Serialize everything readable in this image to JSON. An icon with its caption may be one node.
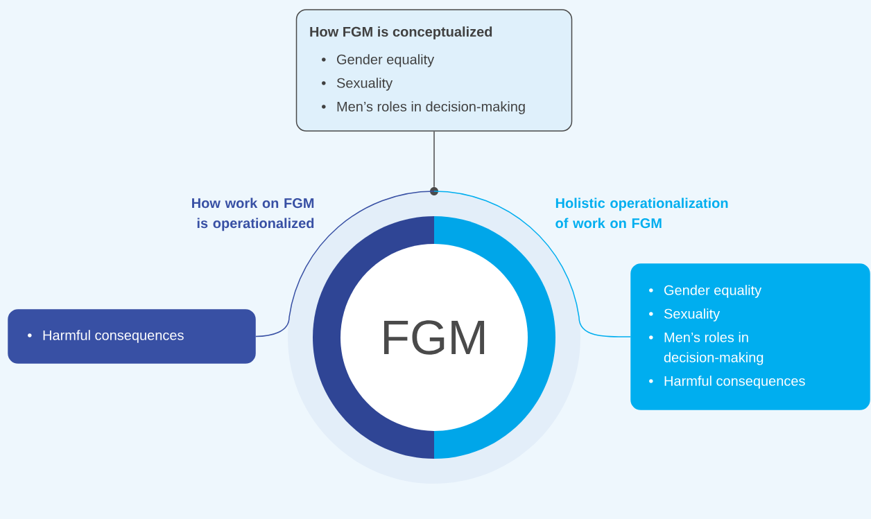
{
  "diagram": {
    "nodes": [
      {
        "text": [
          "How FGM is conceptualized",
          "Gender equality",
          "Sexuality",
          "Men’s roles in decision-making"
        ]
      },
      {
        "text": [
          "FGM"
        ]
      },
      {
        "text": [
          "Harmful consequences"
        ]
      },
      {
        "text": [
          "Gender equality",
          "Sexuality",
          "Men’s roles in decision-making",
          "Harmful consequences"
        ]
      },
      {
        "text": [],
        "shape": "circle"
      }
    ],
    "edges": [
      {
        "from": 0,
        "to": 4,
        "arrow": "none",
        "color": "#4a4a4a"
      },
      {
        "from": 4,
        "to": 2,
        "arrow": "none",
        "label": "How work on FGM is operationalized",
        "color": "#3850a4"
      },
      {
        "from": 4,
        "to": 3,
        "arrow": "none",
        "label": "Holistic operationalization of work on FGM",
        "color": "#00aeef"
      }
    ]
  }
}
